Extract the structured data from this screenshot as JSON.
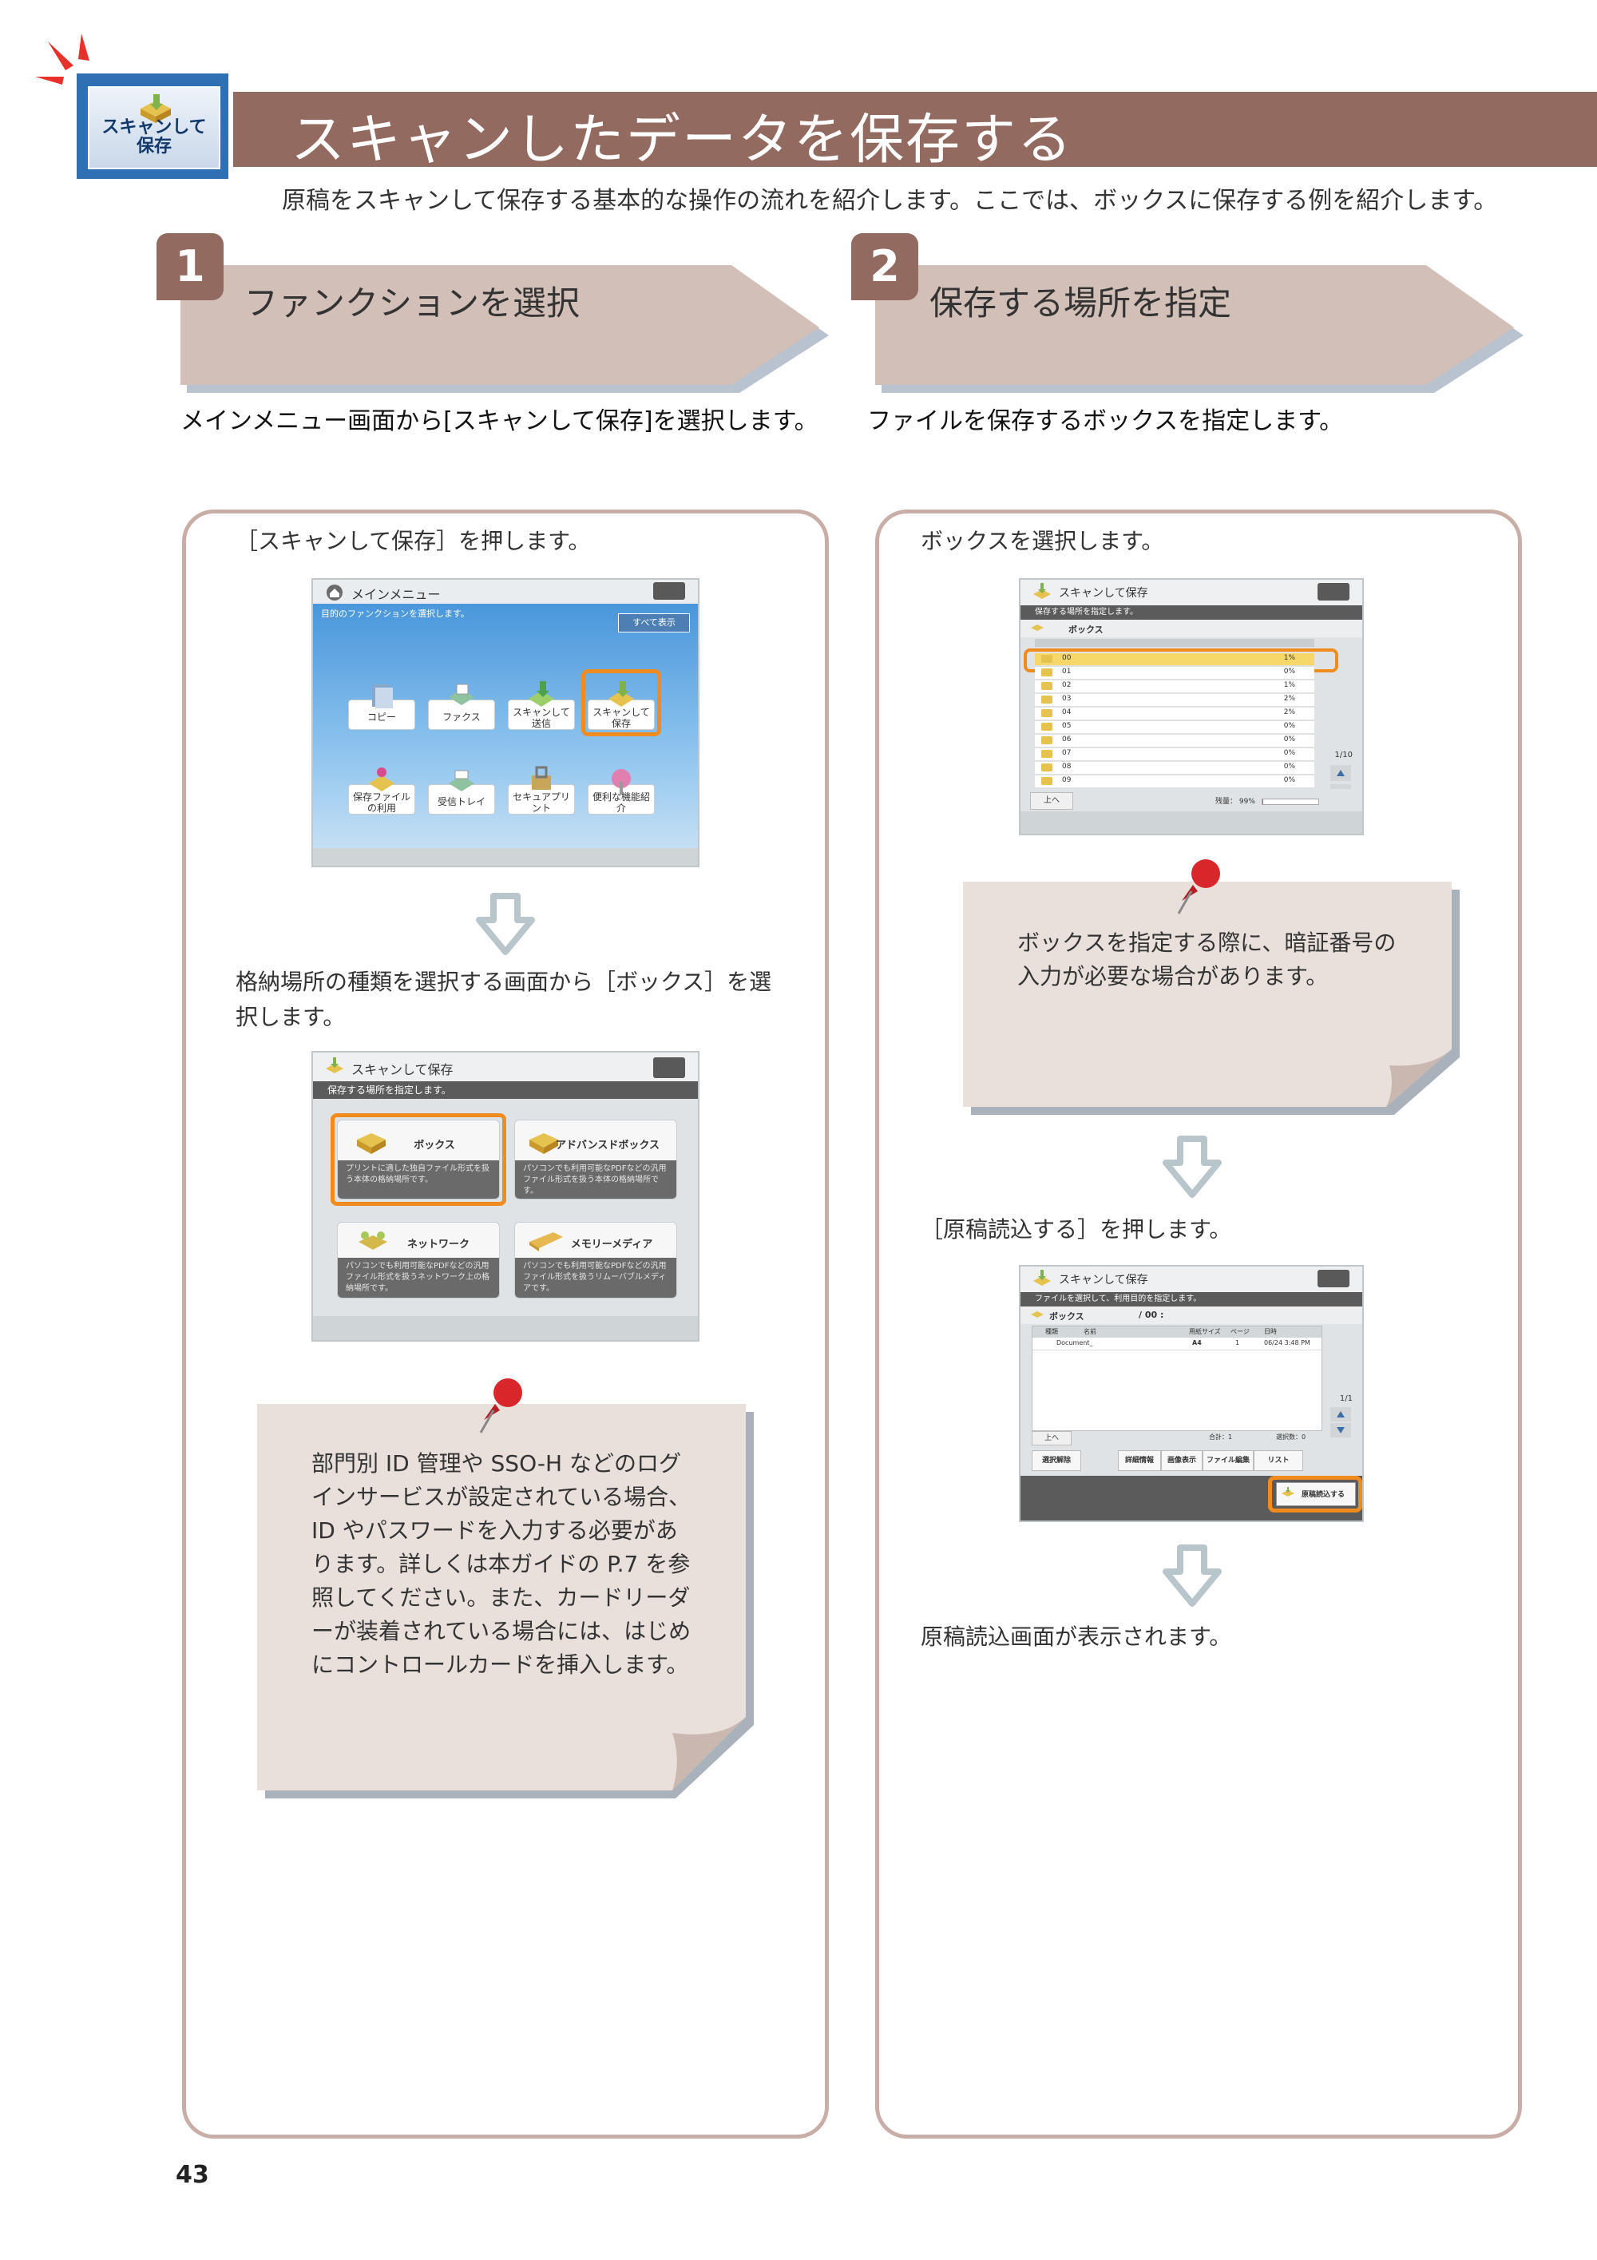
{
  "header": {
    "badge_line1": "スキャンして",
    "badge_line2": "保存",
    "title": "スキャンしたデータを保存する",
    "intro": "原稿をスキャンして保存する基本的な操作の流れを紹介します。ここでは、ボックスに保存する例を紹介します。"
  },
  "steps": [
    {
      "number": "1",
      "label": "ファンクションを選択",
      "desc": "メインメニュー画面から[スキャンして保存]を選択します。"
    },
    {
      "number": "2",
      "label": "保存する場所を指定",
      "desc": "ファイルを保存するボックスを指定します。"
    }
  ],
  "panel1": {
    "text1": "［スキャンして保存］を押します。",
    "text2": "格納場所の種類を選択する画面から［ボックス］を選択します。",
    "note": "部門別 ID 管理や SSO-H などのログインサービスが設定されている場合、ID やパスワードを入力する必要があります。詳しくは本ガイドの P.7 を参照してください。また、カードリーダーが装着されている場合には、はじめにコントロールカードを挿入します。"
  },
  "panel2": {
    "text1": "ボックスを選択します。",
    "note": "ボックスを指定する際に、暗証番号の入力が必要な場合があります。",
    "text2": "［原稿読込する］を押します。",
    "text3": "原稿読込画面が表示されます。"
  },
  "screen_main": {
    "title": "メインメニュー",
    "subtitle": "目的のファンクションを選択します。",
    "show_all": "すべて表示",
    "tiles": [
      "コピー",
      "ファクス",
      "スキャンして送信",
      "スキャンして保存",
      "保存ファイルの利用",
      "受信トレイ",
      "セキュアプリント",
      "便利な機能紹介"
    ]
  },
  "screen_location": {
    "title": "スキャンして保存",
    "subtitle": "保存する場所を指定します。",
    "tiles": [
      {
        "name": "ボックス",
        "desc": "プリントに適した独自ファイル形式を扱う本体の格納場所です。"
      },
      {
        "name": "アドバンスドボックス",
        "desc": "パソコンでも利用可能なPDFなどの汎用ファイル形式を扱う本体の格納場所です。"
      },
      {
        "name": "ネットワーク",
        "desc": "パソコンでも利用可能なPDFなどの汎用ファイル形式を扱うネットワーク上の格納場所です。"
      },
      {
        "name": "メモリーメディア",
        "desc": "パソコンでも利用可能なPDFなどの汎用ファイル形式を扱うリムーバブルメディアです。"
      }
    ]
  },
  "screen_box": {
    "title": "スキャンして保存",
    "subtitle": "保存する場所を指定します。",
    "crumb": "ボックス",
    "rows": [
      {
        "n": "00",
        "p": "1%"
      },
      {
        "n": "01",
        "p": "0%"
      },
      {
        "n": "02",
        "p": "1%"
      },
      {
        "n": "03",
        "p": "2%"
      },
      {
        "n": "04",
        "p": "2%"
      },
      {
        "n": "05",
        "p": "0%"
      },
      {
        "n": "06",
        "p": "0%"
      },
      {
        "n": "07",
        "p": "0%"
      },
      {
        "n": "08",
        "p": "0%"
      },
      {
        "n": "09",
        "p": "0%"
      }
    ],
    "page": "1/10",
    "up": "上へ",
    "usage": "残量： 99%"
  },
  "screen_file": {
    "title": "スキャンして保存",
    "subtitle": "ファイルを選択して、利用目的を指定します。",
    "crumb": "ボックス",
    "box_no": "/ 00 :",
    "col_type": "種類",
    "col_name": "名前",
    "col_size": "用紙サイズ",
    "col_pages": "ページ",
    "col_date": "日時",
    "file_name": "Document_",
    "file_size": "A4",
    "file_pages": "1",
    "file_date": "06/24 3:48 PM",
    "page": "1/1",
    "up": "上へ",
    "total": "合計：1",
    "selected": "選択数：0",
    "buttons": [
      "選択解除",
      "詳細情報",
      "画像表示",
      "ファイル編集",
      "リスト"
    ],
    "scan_button": "原稿読込する"
  },
  "page_number": "43"
}
